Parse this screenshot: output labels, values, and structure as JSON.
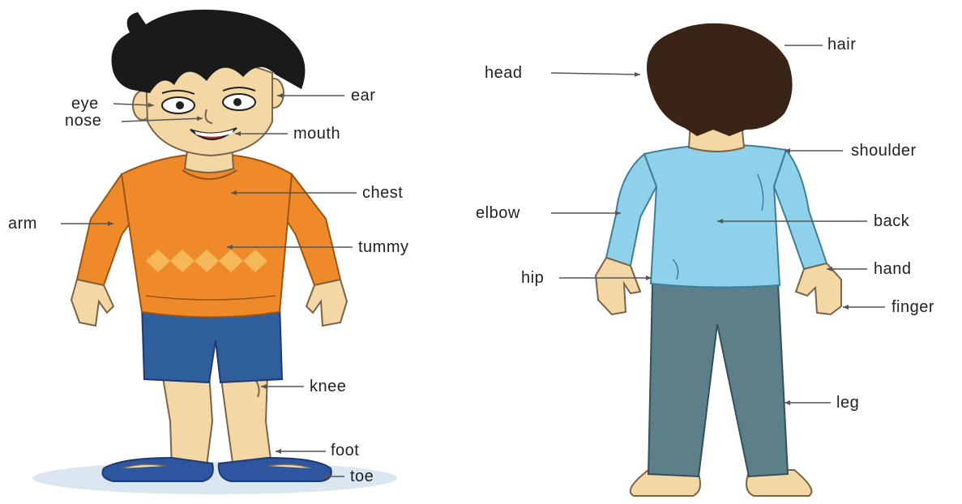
{
  "front_view": {
    "labels": {
      "eye": "eye",
      "nose": "nose",
      "ear": "ear",
      "mouth": "mouth",
      "chest": "chest",
      "arm": "arm",
      "tummy": "tummy",
      "knee": "knee",
      "foot": "foot",
      "toe": "toe"
    }
  },
  "back_view": {
    "labels": {
      "hair": "hair",
      "head": "head",
      "shoulder": "shoulder",
      "elbow": "elbow",
      "back": "back",
      "hip": "hip",
      "hand": "hand",
      "finger": "finger",
      "leg": "leg"
    }
  },
  "colors": {
    "skin": "#f3d7a5",
    "hair_front": "#1a1a1a",
    "hair_back": "#3a2418",
    "sweater": "#ef8a2a",
    "sweater_pattern": "#f7b85a",
    "shorts": "#2f5f9a",
    "sandals": "#2e56a0",
    "shadow": "#dbe7f0",
    "shirt_back": "#8fd1ea",
    "trousers_back": "#5d7f8a",
    "pointer_line": "#555555",
    "label_text": "#222222"
  }
}
